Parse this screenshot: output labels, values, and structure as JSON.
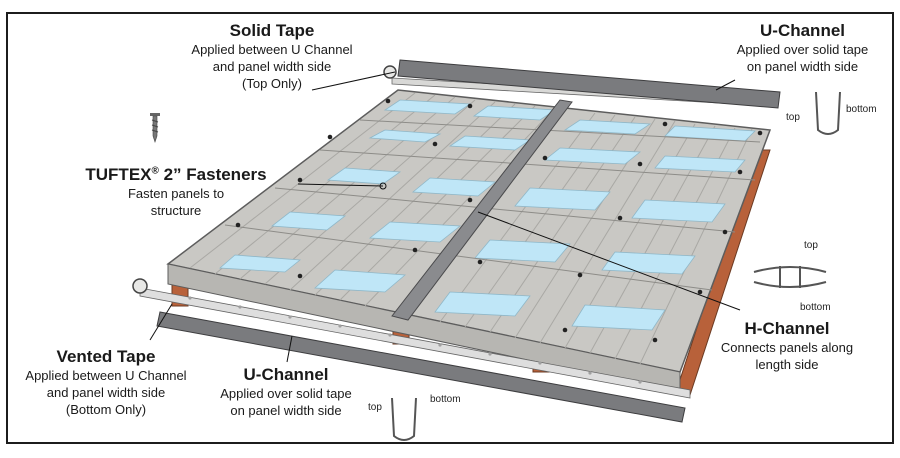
{
  "labels": {
    "solid_tape": {
      "title": "Solid Tape",
      "desc": "Applied between U Channel\nand panel width side\n(Top Only)"
    },
    "u_channel_top": {
      "title": "U-Channel",
      "desc": "Applied over solid tape\non panel width side"
    },
    "fasteners": {
      "title_a": "TUFTEX",
      "title_mark": "®",
      "title_b": " 2” Fasteners",
      "desc": "Fasten panels to\nstructure"
    },
    "vented_tape": {
      "title": "Vented Tape",
      "desc": "Applied between U Channel\nand panel width side\n(Bottom Only)"
    },
    "u_channel_bottom": {
      "title": "U-Channel",
      "desc": "Applied over solid tape\non panel width side"
    },
    "h_channel": {
      "title": "H-Channel",
      "desc": "Connects panels along\nlength side"
    }
  },
  "profiles": {
    "u_top": {
      "top": "top",
      "bottom": "bottom"
    },
    "h": {
      "top": "top",
      "bottom": "bottom"
    },
    "u_bottom": {
      "top": "top",
      "bottom": "bottom"
    }
  },
  "colors": {
    "panel": "#c9c8c4",
    "rib": "#a9a8a4",
    "glass": "#bfe6f7",
    "channel": "#7a7b7e",
    "wood": "#b8613a",
    "frame": "#1c1c1c"
  }
}
